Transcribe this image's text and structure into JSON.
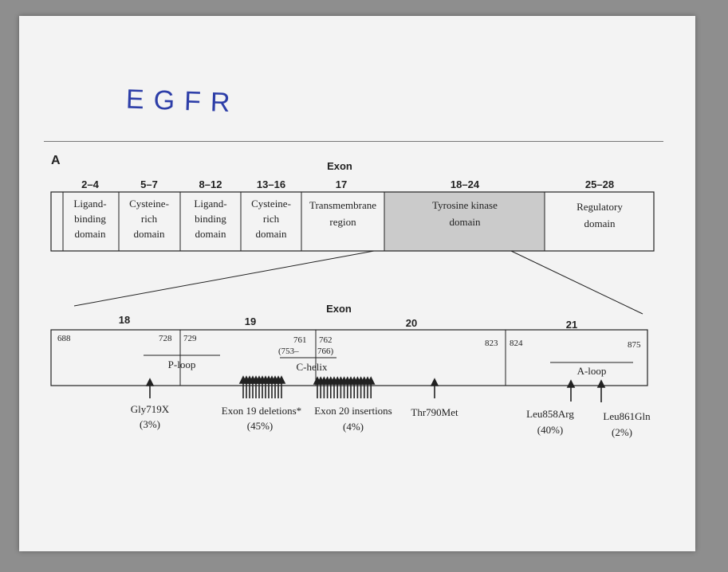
{
  "title_handwritten": "EGFR",
  "panel_label": "A",
  "top": {
    "exon_label": "Exon",
    "segments": [
      {
        "exon": "",
        "lines": []
      },
      {
        "exon": "2–4",
        "lines": [
          "Ligand-",
          "binding",
          "domain"
        ]
      },
      {
        "exon": "5–7",
        "lines": [
          "Cysteine-",
          "rich",
          "domain"
        ]
      },
      {
        "exon": "8–12",
        "lines": [
          "Ligand-",
          "binding",
          "domain"
        ]
      },
      {
        "exon": "13–16",
        "lines": [
          "Cysteine-",
          "rich",
          "domain"
        ]
      },
      {
        "exon": "17",
        "lines": [
          "Transmembrane",
          "region"
        ]
      },
      {
        "exon": "18–24",
        "lines": [
          "Tyrosine kinase",
          "domain"
        ],
        "shaded": true
      },
      {
        "exon": "25–28",
        "lines": [
          "Regulatory",
          "domain"
        ]
      }
    ]
  },
  "kinase": {
    "exon_label": "Exon",
    "exons": [
      "18",
      "19",
      "20",
      "21"
    ],
    "positions": [
      "688",
      "728",
      "729",
      "761",
      "762",
      "(753–",
      "766)",
      "823",
      "824",
      "875"
    ],
    "regions": [
      "P-loop",
      "C-helix",
      "A-loop"
    ],
    "mutations": [
      {
        "name": "Gly719X",
        "freq": "(3%)"
      },
      {
        "name": "Exon 19 deletions*",
        "freq": "(45%)"
      },
      {
        "name": "Exon 20 insertions",
        "freq": "(4%)"
      },
      {
        "name": "Thr790Met",
        "freq": ""
      },
      {
        "name": "Leu858Arg",
        "freq": "(40%)"
      },
      {
        "name": "Leu861Gln",
        "freq": "(2%)"
      }
    ]
  },
  "colors": {
    "shaded": "#cbcbcb",
    "ink": "#222222",
    "handwriting": "#2d3ea8"
  }
}
